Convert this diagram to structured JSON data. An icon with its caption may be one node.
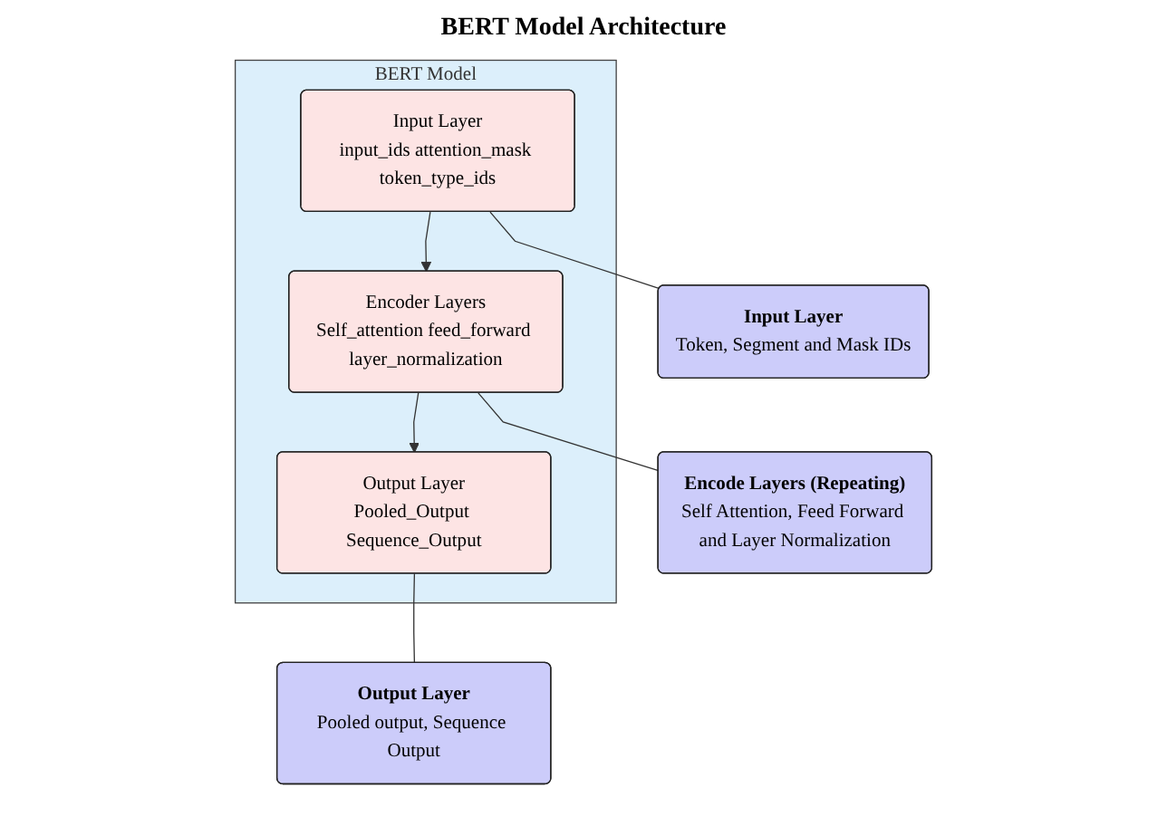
{
  "diagram": {
    "title": "BERT Model Architecture",
    "nodes": [
      {
        "text": [
          "BERT Model"
        ]
      },
      {
        "text": [
          "Input Layer",
          "input_ids attention_mask token_type_ids"
        ],
        "in": 0
      },
      {
        "text": [
          "Encoder Layers",
          "Self_attention feed_forward layer_normalization"
        ],
        "in": 0
      },
      {
        "text": [
          "Output Layer",
          "Pooled_Output Sequence_Output"
        ],
        "in": 0
      },
      {
        "text": [
          "Input Layer",
          "Token, Segment and Mask IDs"
        ]
      },
      {
        "text": [
          "Output Layer",
          "Pooled output, Sequence Output"
        ]
      },
      {
        "text": [
          "Encode Layers (Repeating)",
          "Self Attention, Feed Forward and Layer Normalization"
        ]
      }
    ],
    "edges": [
      {
        "from": 1,
        "to": 2,
        "arrow": "to"
      },
      {
        "from": 2,
        "to": 3,
        "arrow": "to"
      },
      {
        "from": 1,
        "to": 4,
        "arrow": "none"
      },
      {
        "from": 3,
        "to": 5,
        "arrow": "none"
      },
      {
        "from": 2,
        "to": 6,
        "arrow": "none"
      }
    ]
  }
}
